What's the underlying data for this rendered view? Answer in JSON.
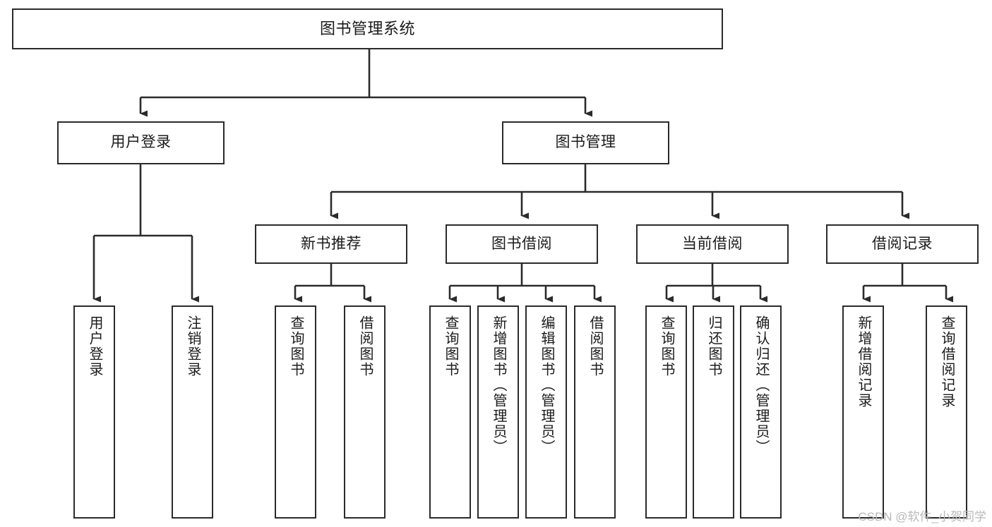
{
  "diagram": {
    "title": "图书管理系统",
    "type": "tree-hierarchy-diagram",
    "line_color": "#2b2b2b",
    "box_fill": "#ffffff",
    "text_color": "#1b1b1b",
    "watermark": "CSDN @软件_小贺同学",
    "nodes": {
      "root": {
        "label": "图书管理系统"
      },
      "level1": [
        {
          "id": "user-login",
          "label": "用户登录"
        },
        {
          "id": "book-manage",
          "label": "图书管理"
        }
      ],
      "level2": [
        {
          "id": "new-book-rec",
          "label": "新书推荐"
        },
        {
          "id": "book-borrow",
          "label": "图书借阅"
        },
        {
          "id": "current-borrow",
          "label": "当前借阅"
        },
        {
          "id": "borrow-record",
          "label": "借阅记录"
        }
      ],
      "leaves": {
        "user-login": [
          {
            "id": "user-login-leaf",
            "label": "用户登录"
          },
          {
            "id": "user-logout-leaf",
            "label": "注销登录"
          }
        ],
        "new-book-rec": [
          {
            "id": "query-book-1",
            "label": "查询图书"
          },
          {
            "id": "borrow-book-1",
            "label": "借阅图书"
          }
        ],
        "book-borrow": [
          {
            "id": "query-book-2",
            "label": "查询图书"
          },
          {
            "id": "add-book",
            "label": "新增图书（管理员）"
          },
          {
            "id": "edit-book",
            "label": "编辑图书（管理员）"
          },
          {
            "id": "borrow-book-2",
            "label": "借阅图书"
          }
        ],
        "current-borrow": [
          {
            "id": "query-book-3",
            "label": "查询图书"
          },
          {
            "id": "return-book",
            "label": "归还图书"
          },
          {
            "id": "confirm-return",
            "label": "确认归还（管理员）"
          }
        ],
        "borrow-record": [
          {
            "id": "add-borrow-record",
            "label": "新增借阅记录"
          },
          {
            "id": "query-borrow-record",
            "label": "查询借阅记录"
          }
        ]
      }
    }
  }
}
